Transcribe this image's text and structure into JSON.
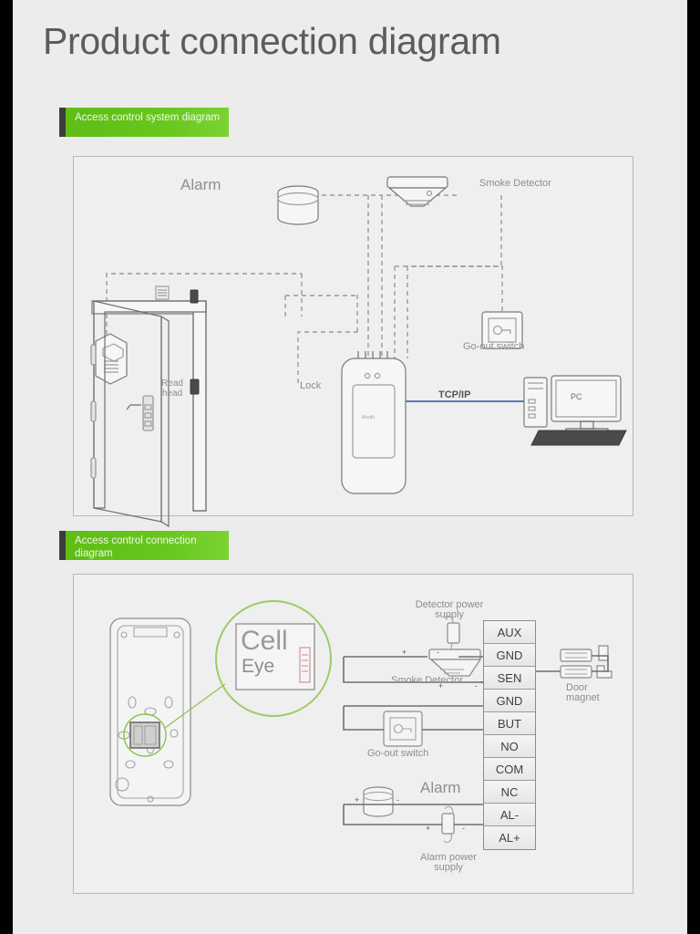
{
  "page": {
    "title": "Product connection diagram",
    "background_color": "#ececec",
    "title_color": "#5c5c5c",
    "accent_green": "#5fbd15"
  },
  "sections": [
    {
      "badge_label": "Access control system diagram",
      "badge_clipped_text": "Access control system diag"
    },
    {
      "badge_label": "Access control connection diagram"
    }
  ],
  "system_diagram": {
    "labels": {
      "alarm": "Alarm",
      "smoke_detector": "Smoke Detector",
      "read_head": "Read\nhead",
      "lock": "Lock",
      "go_out_switch": "Go-out switch",
      "tcp_ip": "TCP/IP",
      "pc": "PC",
      "device_caption": "Mouth"
    }
  },
  "connection_diagram": {
    "labels": {
      "cell": "Cell",
      "eye": "Eye",
      "detector_power_supply": "Detector power\nsupply",
      "smoke_detector": "Smoke Detector",
      "go_out_switch": "Go-out switch",
      "door_magnet": "Door\nmagnet",
      "alarm": "Alarm",
      "alarm_power_supply": "Alarm power\nsupply"
    },
    "terminals": [
      "AUX",
      "GND",
      "SEN",
      "GND",
      "BUT",
      "NO",
      "COM",
      "NC",
      "AL-",
      "AL+"
    ]
  }
}
